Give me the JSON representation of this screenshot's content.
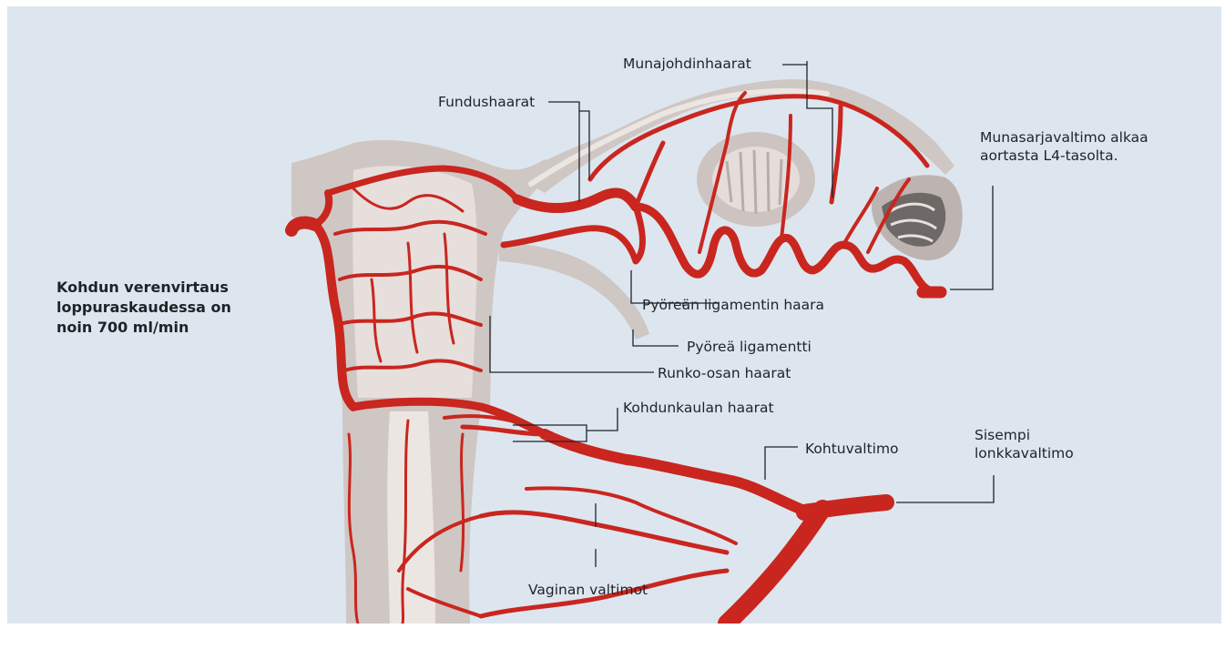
{
  "note": {
    "lines": [
      "Kohdun verenvirtaus",
      "loppuraskaudessa on",
      "noin 700 ml/min"
    ]
  },
  "labels": {
    "munajohdinhaarat": "Munajohdinhaarat",
    "fundushaarat": "Fundushaarat",
    "munasarjavaltimo_1": "Munasarjavaltimo alkaa",
    "munasarjavaltimo_2": "aortasta L4-tasolta.",
    "pyorean_ligamentin_haara": "Pyöreän ligamentin haara",
    "pyorea_ligamentti": "Pyöreä ligamentti",
    "runko_osan_haarat": "Runko-osan haarat",
    "kohdunkaulan_haarat": "Kohdunkaulan haarat",
    "kohtuvaltimo": "Kohtuvaltimo",
    "sisempi_1": "Sisempi",
    "sisempi_2": "lonkkavaltimo",
    "vaginan_valtimot": "Vaginan valtimot"
  },
  "colors": {
    "background": "#dde6ee",
    "artery": "#c9261f",
    "tissue": "#cfc7c4",
    "tissue_light": "#e8e2df",
    "leader": "#1e2328"
  }
}
